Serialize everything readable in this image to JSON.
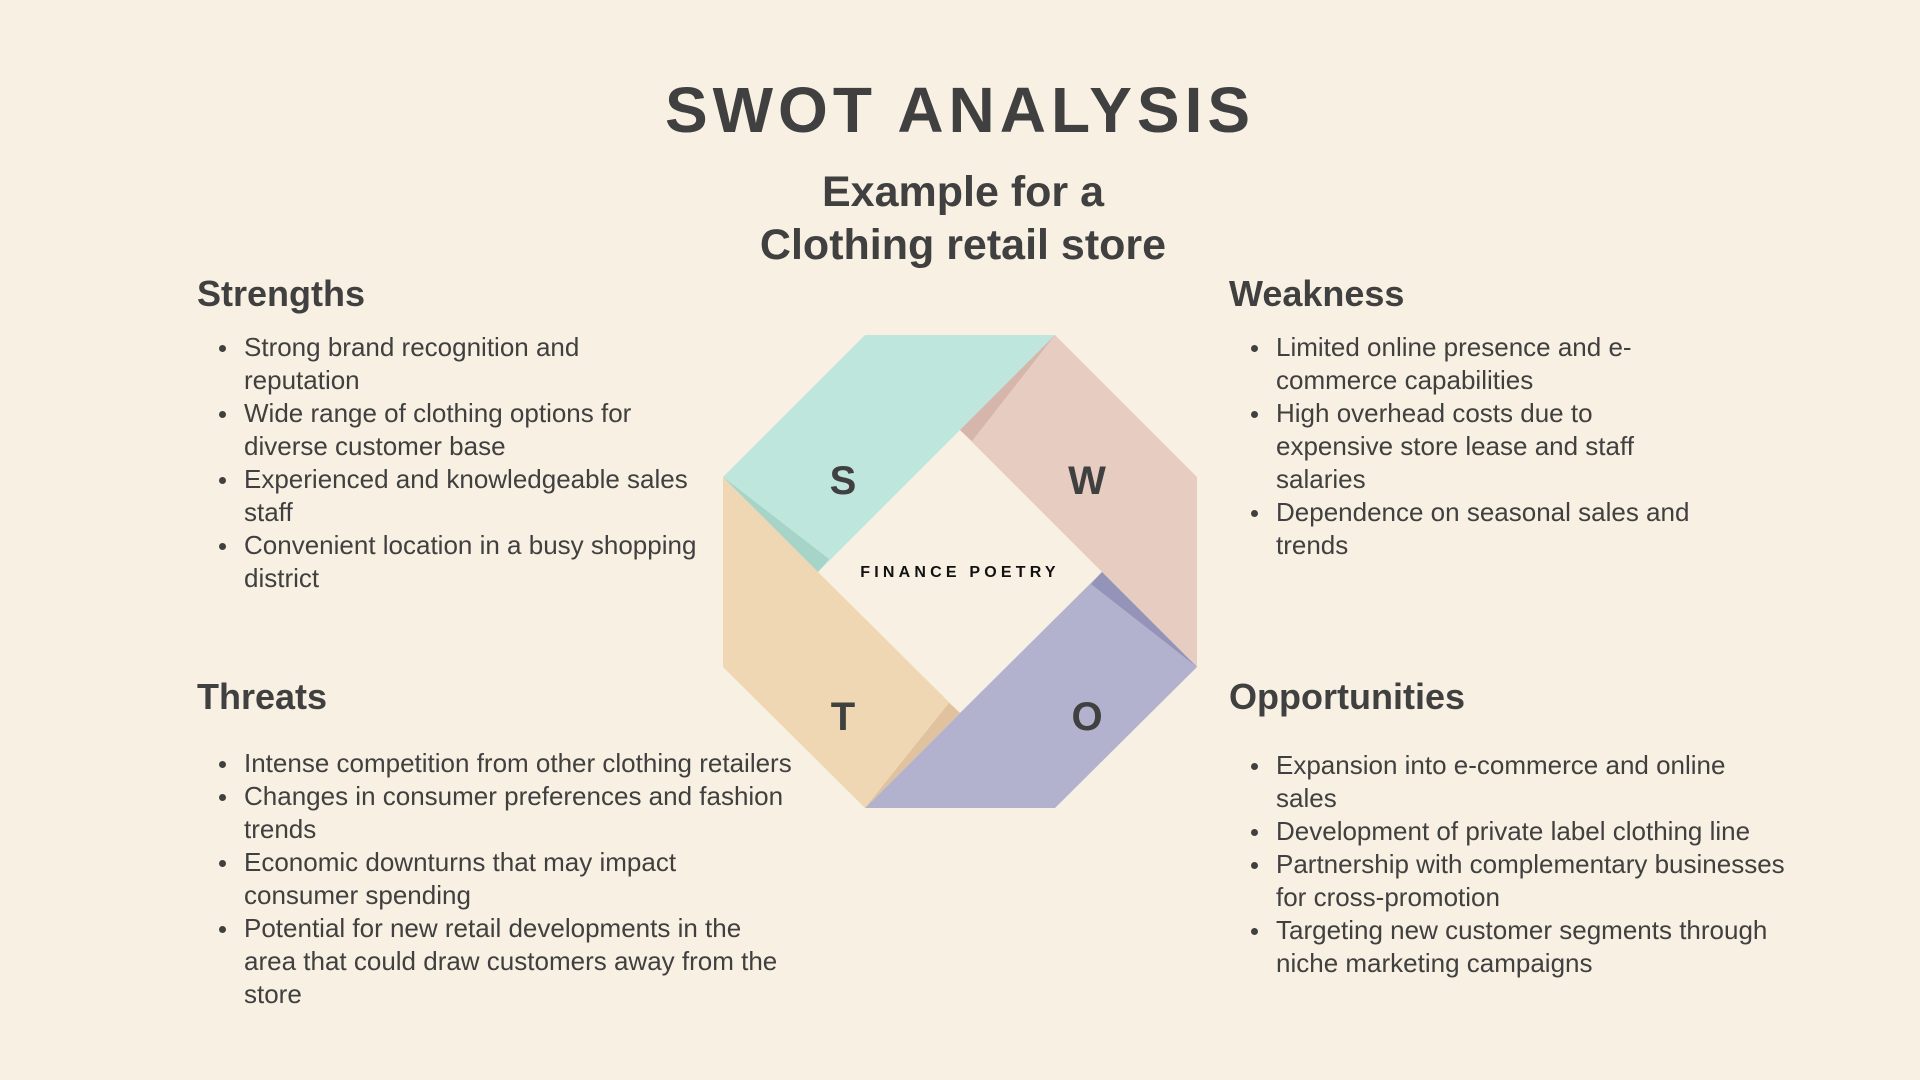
{
  "header": {
    "title": "SWOT ANALYSIS",
    "subtitle_line1": "Example for a",
    "subtitle_line2": "Clothing retail store"
  },
  "diagram": {
    "center_label": "FINANCE POETRY",
    "quadrants": [
      {
        "letter": "S",
        "name": "Strengths",
        "color": "#BEE6DC",
        "shade": "#A6D4C8"
      },
      {
        "letter": "W",
        "name": "Weakness",
        "color": "#E7CCC1",
        "shade": "#D6B6AB"
      },
      {
        "letter": "O",
        "name": "Opportunities",
        "color": "#B2B2CF",
        "shade": "#9494B8"
      },
      {
        "letter": "T",
        "name": "Threats",
        "color": "#F0D7B3",
        "shade": "#E0C29E"
      }
    ]
  },
  "sections": {
    "strengths": {
      "heading": "Strengths",
      "items": [
        "Strong brand recognition and reputation",
        "Wide range of clothing options for diverse customer base",
        "Experienced and knowledgeable sales staff",
        "Convenient location in a busy shopping district"
      ]
    },
    "weakness": {
      "heading": "Weakness",
      "items": [
        "Limited online presence and e-commerce capabilities",
        "High overhead costs due to expensive store lease and staff salaries",
        "Dependence on seasonal sales and trends"
      ]
    },
    "threats": {
      "heading": "Threats",
      "items": [
        "Intense competition from other clothing retailers",
        "Changes in consumer preferences and fashion trends",
        "Economic downturns that may impact consumer spending",
        "Potential for new retail developments in the area that could draw customers away from the store"
      ]
    },
    "opportunities": {
      "heading": "Opportunities",
      "items": [
        "Expansion into e-commerce and online sales",
        "Development of private label clothing line",
        "Partnership with complementary businesses for cross-promotion",
        "Targeting new customer segments through niche marketing campaigns"
      ]
    }
  },
  "colors": {
    "background": "#F8F0E2",
    "text": "#404040"
  }
}
